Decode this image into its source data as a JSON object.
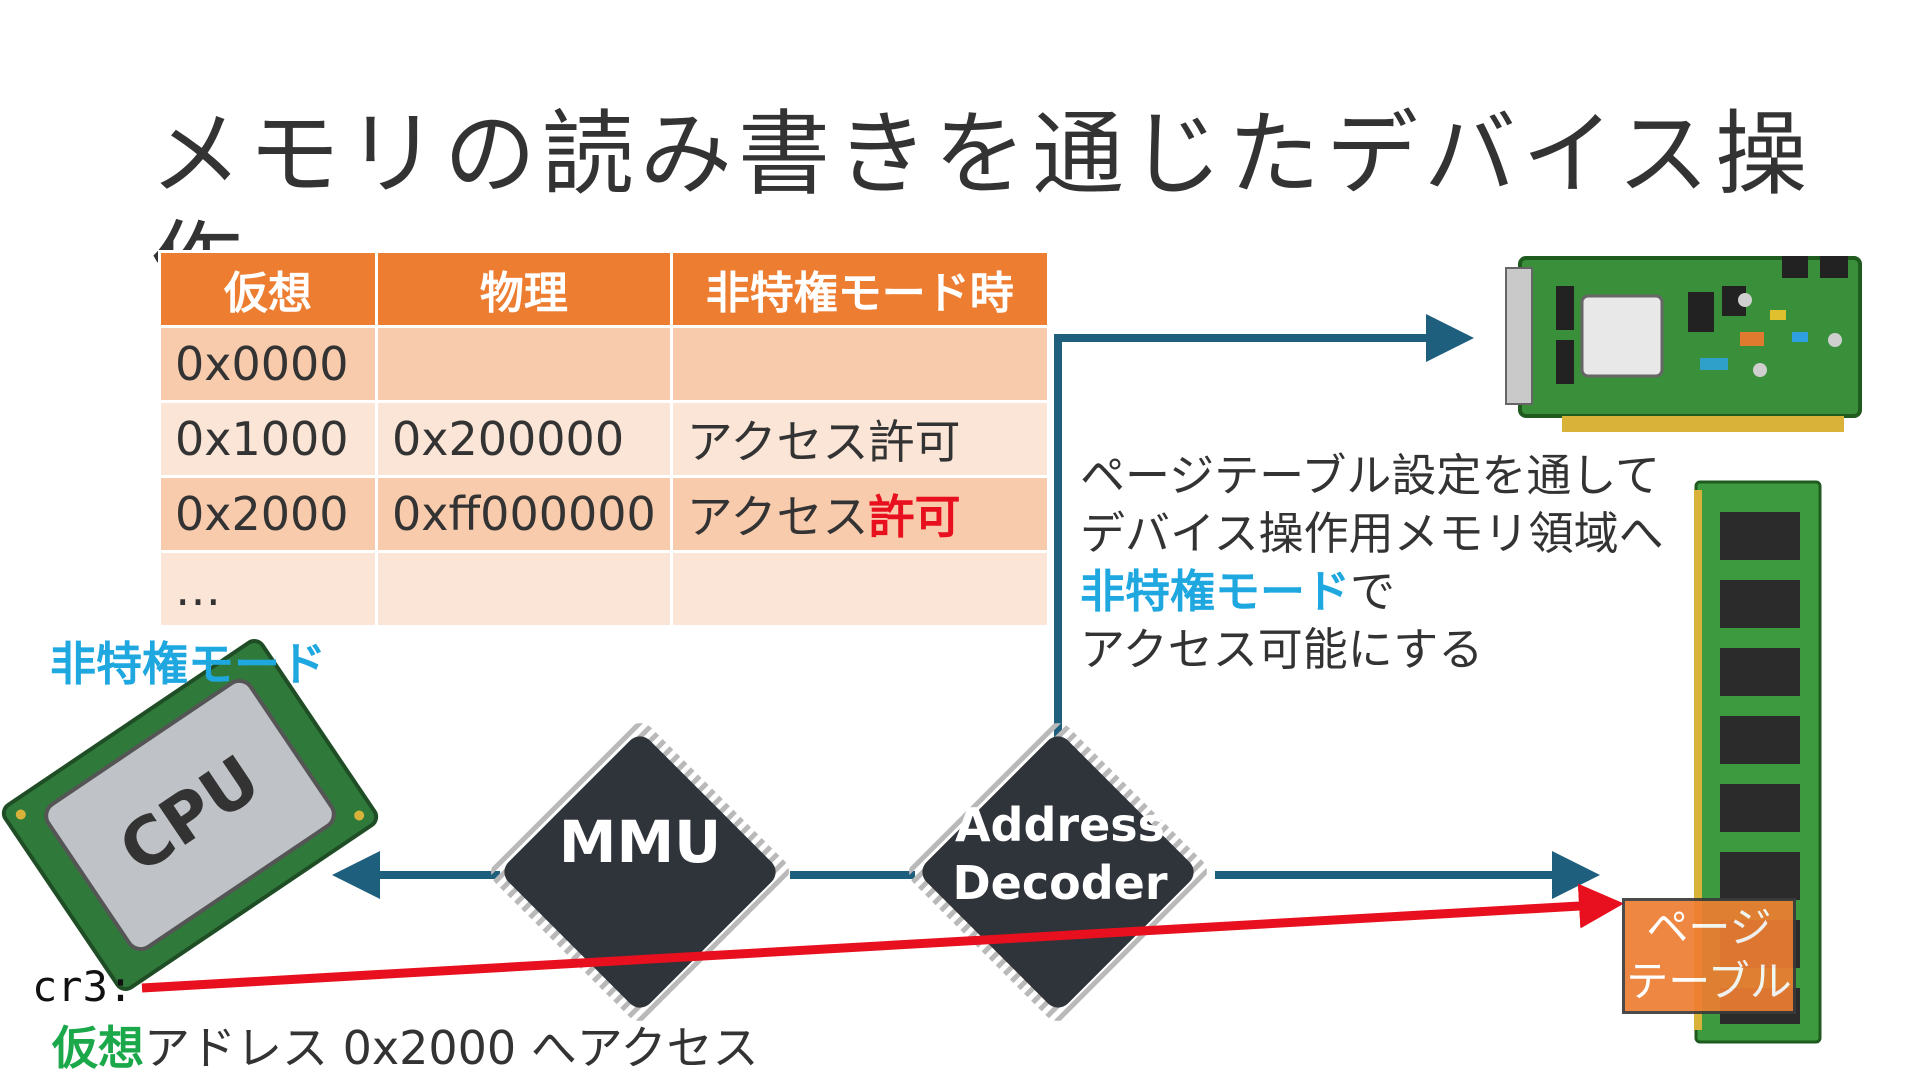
{
  "title": "メモリの読み書きを通じたデバイス操作",
  "table": {
    "headers": [
      "仮想",
      "物理",
      "非特権モード時"
    ],
    "rows": [
      [
        "0x0000",
        "",
        ""
      ],
      [
        "0x1000",
        "0x200000",
        "アクセス許可"
      ],
      [
        "0x2000",
        "0xff000000",
        "アクセス"
      ],
      [
        "…",
        "",
        ""
      ]
    ],
    "row3_highlight": "許可"
  },
  "annotation": {
    "line1": "ページテーブル設定を通して",
    "line2": "デバイス操作用メモリ領域へ",
    "line3_highlight": "非特権モード",
    "line3_rest": "で",
    "line4": "アクセス可能にする"
  },
  "cpu": {
    "mode_label": "非特権モード",
    "chip_text": "CPU"
  },
  "mmu_label": "MMU",
  "address_decoder": {
    "line1": "Address",
    "line2": "Decoder"
  },
  "page_table": {
    "line1": "ページ",
    "line2": "テーブル"
  },
  "cr3_label": "cr3:",
  "access": {
    "highlight": "仮想",
    "rest": "アドレス 0x2000 へアクセス"
  },
  "colors": {
    "orange": "#ED7D31",
    "arrow_blue": "#1F5F7E",
    "red": "#E8101E",
    "cyan": "#1FA7E0",
    "green": "#1BA84A",
    "chip": "#2F333A"
  }
}
